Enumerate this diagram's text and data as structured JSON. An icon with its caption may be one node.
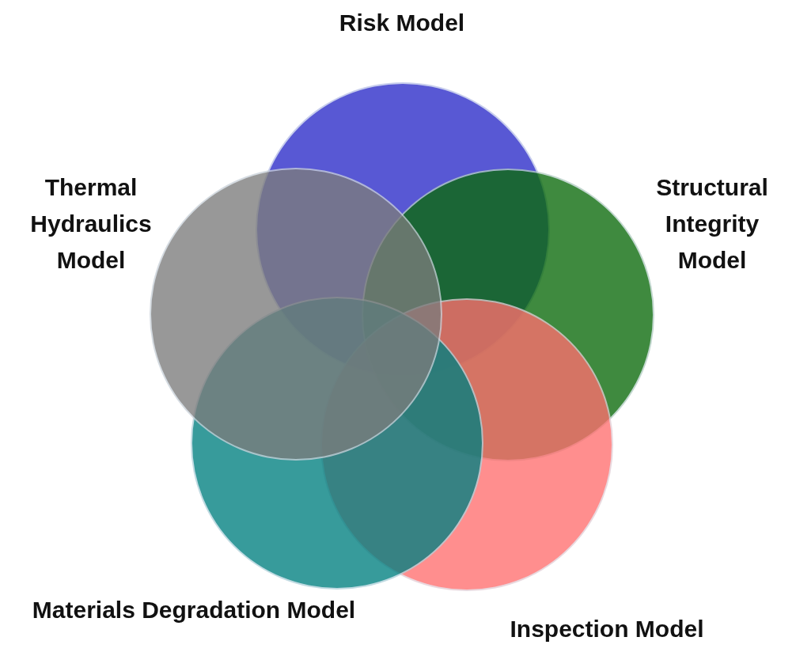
{
  "diagram": {
    "nodes": [
      {
        "text": [
          "Risk Model"
        ]
      },
      {
        "text": [
          "Structural Integrity Model"
        ]
      },
      {
        "text": [
          "Inspection Model"
        ]
      },
      {
        "text": [
          "Materials Degradation Model"
        ]
      },
      {
        "text": [
          "Thermal Hydraulics Model"
        ]
      }
    ]
  }
}
